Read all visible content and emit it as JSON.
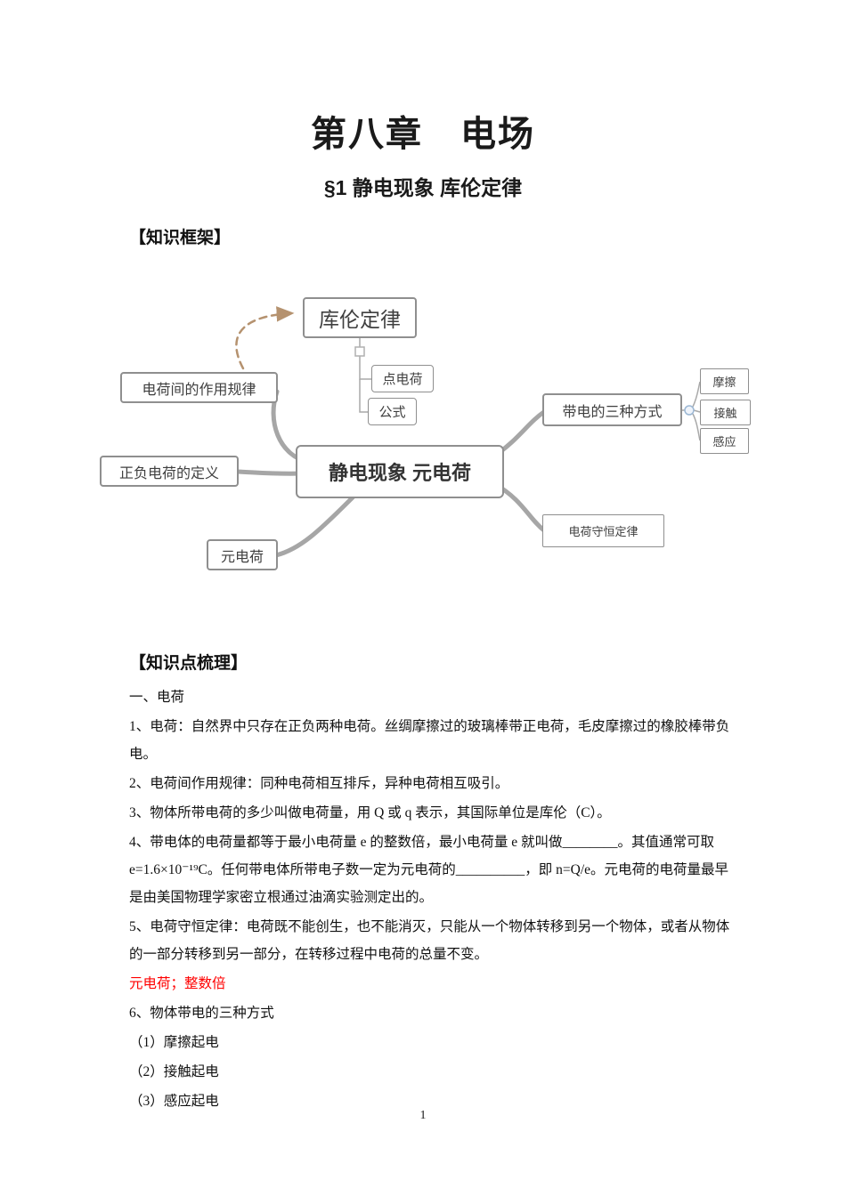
{
  "page": {
    "title": "第八章　电场",
    "subtitle": "§1 静电现象 库伦定律",
    "section1_heading": "【知识框架】",
    "section2_heading": "【知识点梳理】",
    "page_number": "1"
  },
  "mindmap": {
    "center": "静电现象 元电荷",
    "coulomb": "库伦定律",
    "point_charge": "点电荷",
    "formula": "公式",
    "charge_interaction": "电荷间的作用规律",
    "pos_neg_definition": "正负电荷的定义",
    "elementary_charge": "元电荷",
    "three_ways": "带电的三种方式",
    "friction": "摩擦",
    "contact": "接触",
    "induction": "感应",
    "conservation": "电荷守恒定律"
  },
  "content": {
    "list_title": "一、电荷",
    "items": [
      "1、电荷：自然界中只存在正负两种电荷。丝绸摩擦过的玻璃棒带正电荷，毛皮摩擦过的橡胶棒带负电。",
      "2、电荷间作用规律：同种电荷相互排斥，异种电荷相互吸引。",
      "3、物体所带电荷的多少叫做电荷量，用 Q 或 q 表示，其国际单位是库伦（C）。",
      "4、带电体的电荷量都等于最小电荷量 e 的整数倍，最小电荷量 e 就叫做________。其值通常可取 e=1.6×10⁻¹⁹C。任何带电体所带电子数一定为元电荷的__________，即 n=Q/e。元电荷的电荷量最早是由美国物理学家密立根通过油滴实验测定出的。",
      "5、电荷守恒定律：电荷既不能创生，也不能消灭，只能从一个物体转移到另一个物体，或者从物体的一部分转移到另一部分，在转移过程中电荷的总量不变。"
    ],
    "answer_note": "元电荷；整数倍",
    "item6": "6、物体带电的三种方式",
    "sub_items": [
      "（1）摩擦起电",
      "（2）接触起电",
      "（3）感应起电"
    ]
  }
}
